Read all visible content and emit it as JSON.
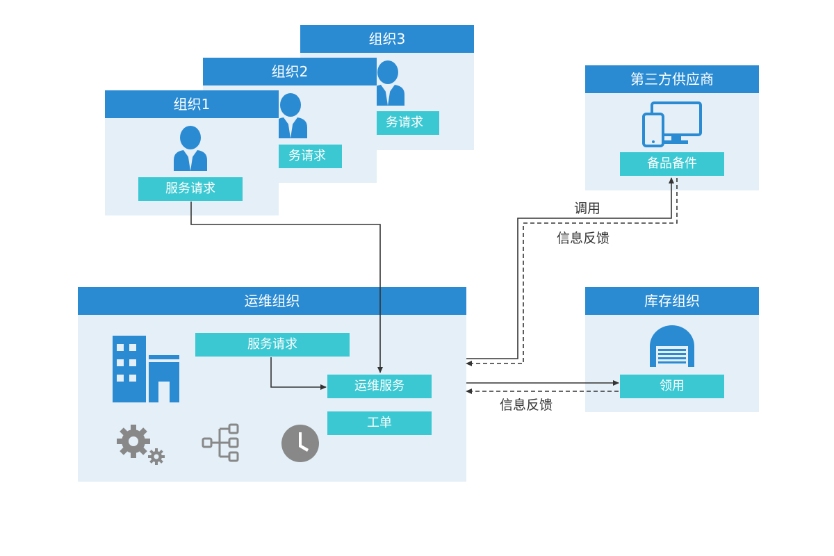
{
  "org3": {
    "title": "组织3",
    "tag": "务请求"
  },
  "org2": {
    "title": "组织2",
    "tag": "务请求"
  },
  "org1": {
    "title": "组织1",
    "tag": "服务请求"
  },
  "supplier": {
    "title": "第三方供应商",
    "tag": "备品备件"
  },
  "ops": {
    "title": "运维组织",
    "service_request": "服务请求",
    "ops_service": "运维服务",
    "work_order": "工单"
  },
  "inventory": {
    "title": "库存组织",
    "tag": "领用"
  },
  "labels": {
    "invoke": "调用",
    "feedback_supplier": "信息反馈",
    "feedback_inventory": "信息反馈"
  },
  "icons": {
    "person": "person-icon",
    "devices": "devices-icon",
    "building": "building-icon",
    "gears": "gears-icon",
    "tree": "org-tree-icon",
    "clock": "clock-icon",
    "warehouse": "warehouse-icon"
  },
  "colors": {
    "header": "#2a8bd3",
    "panel": "#e4eff8",
    "tag": "#3bc8d2",
    "icon_blue": "#2a8bd3",
    "icon_gray": "#888888"
  }
}
